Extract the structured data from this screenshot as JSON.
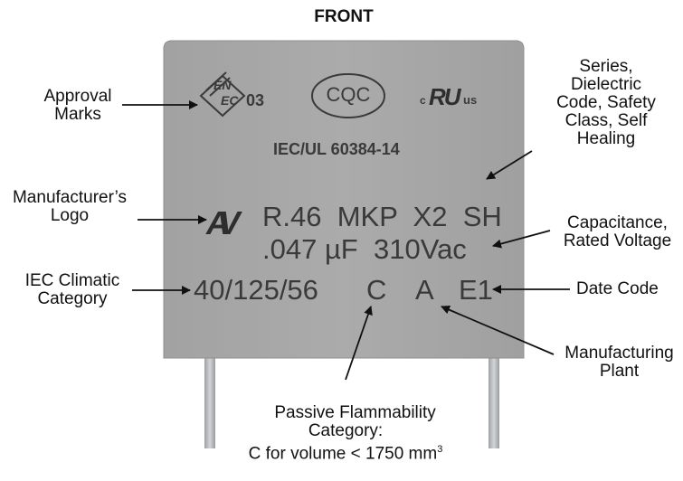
{
  "view_label": "FRONT",
  "callouts": {
    "approval_marks": "Approval\nMarks",
    "manufacturer_logo": "Manufacturer’s\nLogo",
    "iec_climatic": "IEC Climatic\nCategory",
    "series": "Series,\nDielectric\nCode, Safety\nClass, Self\nHealing",
    "capacitance": "Capacitance,\nRated Voltage",
    "date_code": "Date Code",
    "plant": "Manufacturing\nPlant",
    "flammability": "Passive Flammability\nCategory:\nC for volume < 1750 mm",
    "flammability_sup": "3"
  },
  "markings": {
    "enec_top": "EN",
    "enec_bottom": "EC",
    "enec_num": "03",
    "cqc": "CQC",
    "ul_c": "c",
    "ul_logo": "RU",
    "ul_us": "us",
    "standard": "IEC/UL 60384-14",
    "logo": "AV",
    "series_line": "R.46  MKP  X2  SH",
    "cap_line": ".047 µF  310Vac",
    "climatic": "40/125/56",
    "flamm_code": "C",
    "plant_code": "A",
    "date_code": "E1"
  },
  "colors": {
    "body": "#a9a9a9",
    "body_edge": "#8f8f8f",
    "ink": "#3a3a3a",
    "lead": "#b9bcbf",
    "arrow": "#111111"
  }
}
